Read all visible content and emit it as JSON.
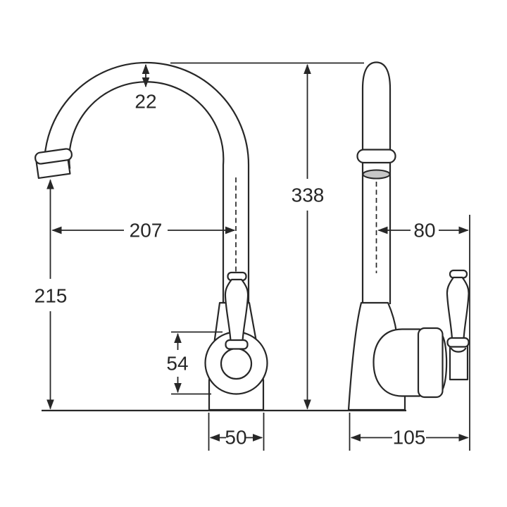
{
  "colors": {
    "line": "#272727",
    "shade": "#c6c6c6",
    "background": "#ffffff"
  },
  "dimensions": {
    "spout_tube": "22",
    "spout_reach": "207",
    "overall_height": "338",
    "handle_projection": "80",
    "spout_outlet_height": "215",
    "valve_body": "54",
    "base_width": "50",
    "base_depth": "105"
  }
}
